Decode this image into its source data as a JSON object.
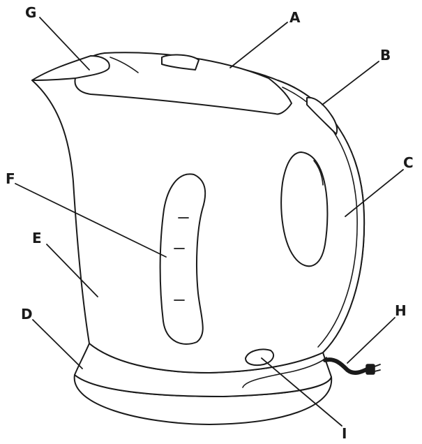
{
  "callouts": {
    "a": "A",
    "b": "B",
    "c": "C",
    "d": "D",
    "e": "E",
    "f": "F",
    "g": "G",
    "h": "H",
    "i": "I"
  },
  "colors": {
    "ink": "#1a1a1a",
    "paper": "#ffffff"
  }
}
